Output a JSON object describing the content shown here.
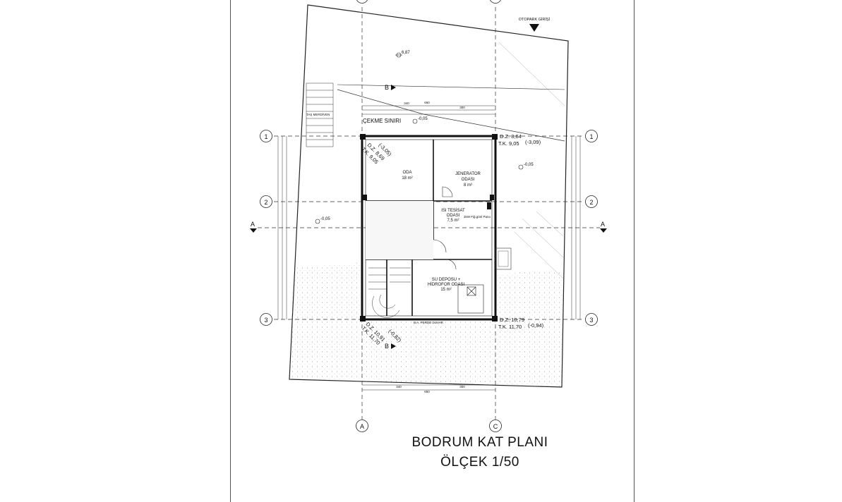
{
  "title": {
    "plan_name": "BODRUM KAT PLANI",
    "scale": "ÖLÇEK 1/50"
  },
  "entrance": {
    "label": "OTOPARK GİRİŞİ"
  },
  "setback": {
    "label": "ÇEKME SINIRI"
  },
  "grid_axes": {
    "rows": [
      "1",
      "2",
      "3"
    ],
    "columns": [
      "A",
      "C"
    ],
    "sections": [
      "A",
      "B"
    ]
  },
  "rooms": [
    {
      "id": "oda",
      "name": "ODA",
      "area": "18 m²"
    },
    {
      "id": "jenerator",
      "name": "JENERATOR",
      "name2": "ODASI",
      "area": "8 m²"
    },
    {
      "id": "isi-tesisat",
      "name": "ISI TESİSAT",
      "name2": "ODASI",
      "area": "7,5 m²"
    },
    {
      "id": "su-deposu",
      "name": "SU DEPOSU +",
      "name2": "HİDROFOR ODASI",
      "area": "15 m²"
    }
  ],
  "levels": {
    "top_left": {
      "dz": "D.Z. 8,69",
      "dz2": "(-3,05)",
      "tk": "T.K. 9,05"
    },
    "top_right": {
      "dz": "D.Z. 8,64",
      "dz2": "(-3,09)",
      "tk": "T.K. 9,05"
    },
    "bottom_left": {
      "dz": "D.Z. 10,91",
      "dz2": "(-0,82)",
      "tk": "T.K. 11,70"
    },
    "bottom_right": {
      "dz": "D.Z. 10,79",
      "dz2": "(-0,94)",
      "tk": "T.K. 11,70"
    }
  },
  "spot_levels": {
    "garden_top": "6,87",
    "setback_mark": "-0,05",
    "right_side": "-0,05",
    "left_side": "-0,05"
  },
  "dimensions": {
    "top_total": "650",
    "top_left": "340",
    "top_right": "300",
    "bottom_total": "650",
    "bottom_left": "340",
    "bottom_right": "300"
  },
  "misc": {
    "bottom_wall_note": "B.A. PERDE DUVAR",
    "gen_note": "2kW Fiğ.gönl Pano",
    "stair_note": "TAŞ MERDİVEN"
  }
}
